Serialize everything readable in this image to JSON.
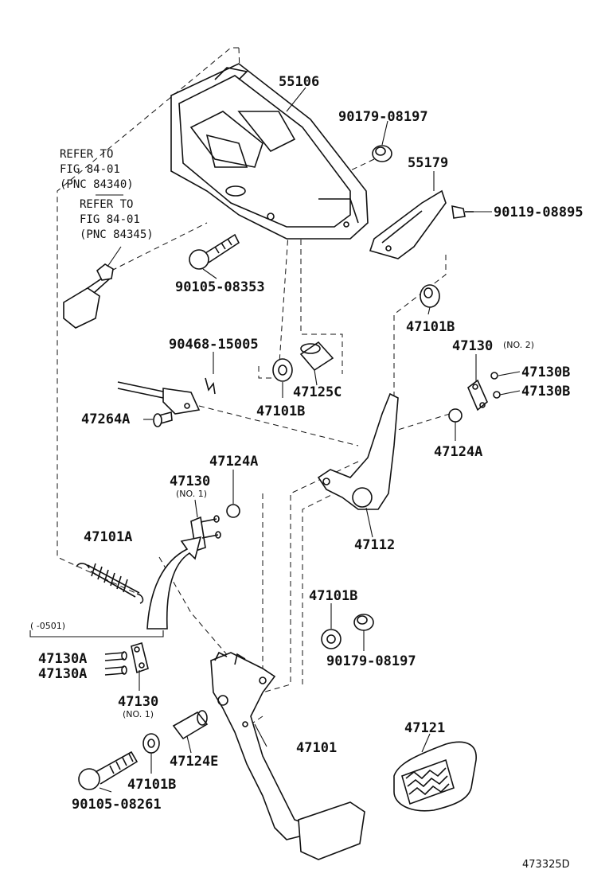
{
  "labels": {
    "p55106": "55106",
    "p90179_top": "90179-08197",
    "p55179": "55179",
    "p90119": "90119-08895",
    "refer1_l1": "REFER TO",
    "refer1_l2": "FIG 84-01",
    "refer1_l3": "(PNC 84340)",
    "refer2_l1": "REFER TO",
    "refer2_l2": "FIG 84-01",
    "refer2_l3": "(PNC 84345)",
    "p90105_top": "90105-08353",
    "p47101B_1": "47101B",
    "p47130_no2": "47130",
    "no2": "(NO. 2)",
    "p47130B_1": "47130B",
    "p47130B_2": "47130B",
    "p90468": "90468-15005",
    "p47125C": "47125C",
    "p47101B_2": "47101B",
    "p47264A": "47264A",
    "p47124A_r": "47124A",
    "p47124A_l": "47124A",
    "p47130_no1": "47130",
    "no1_a": "(NO. 1)",
    "p47112": "47112",
    "p47101A": "47101A",
    "p47101B_3": "47101B",
    "p90179_bot": "90179-08197",
    "range": "(    -0501)",
    "p47130A_1": "47130A",
    "p47130A_2": "47130A",
    "p47130_b": "47130",
    "no1_b": "(NO. 1)",
    "p47121": "47121",
    "p47101": "47101",
    "p47124E": "47124E",
    "p47101B_4": "47101B",
    "p90105_bot": "90105-08261",
    "figure_id": "473325D"
  }
}
